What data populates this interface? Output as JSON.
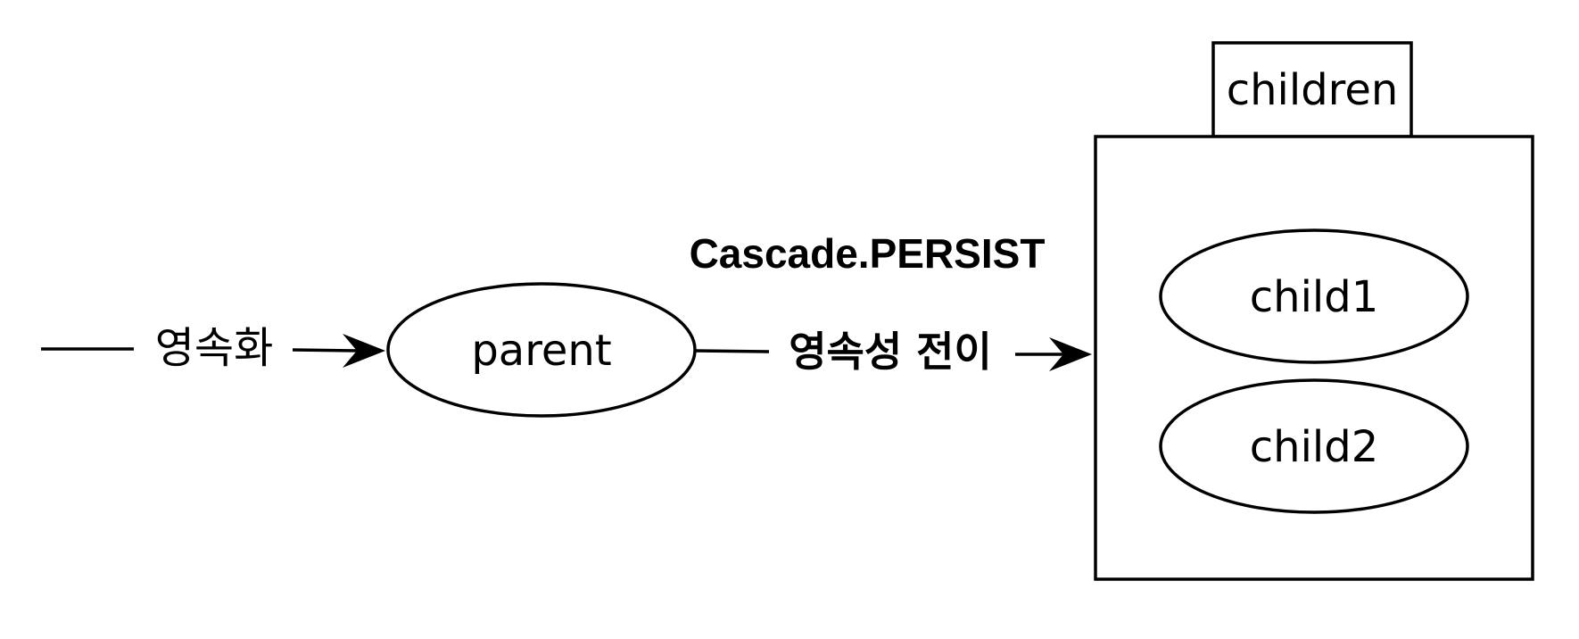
{
  "labels": {
    "persist_input": "영속화",
    "parent": "parent",
    "cascade": "Cascade.PERSIST",
    "transition": "영속성 전이",
    "children": "children",
    "child1": "child1",
    "child2": "child2"
  },
  "colors": {
    "stroke": "#000000",
    "background": "#ffffff"
  }
}
